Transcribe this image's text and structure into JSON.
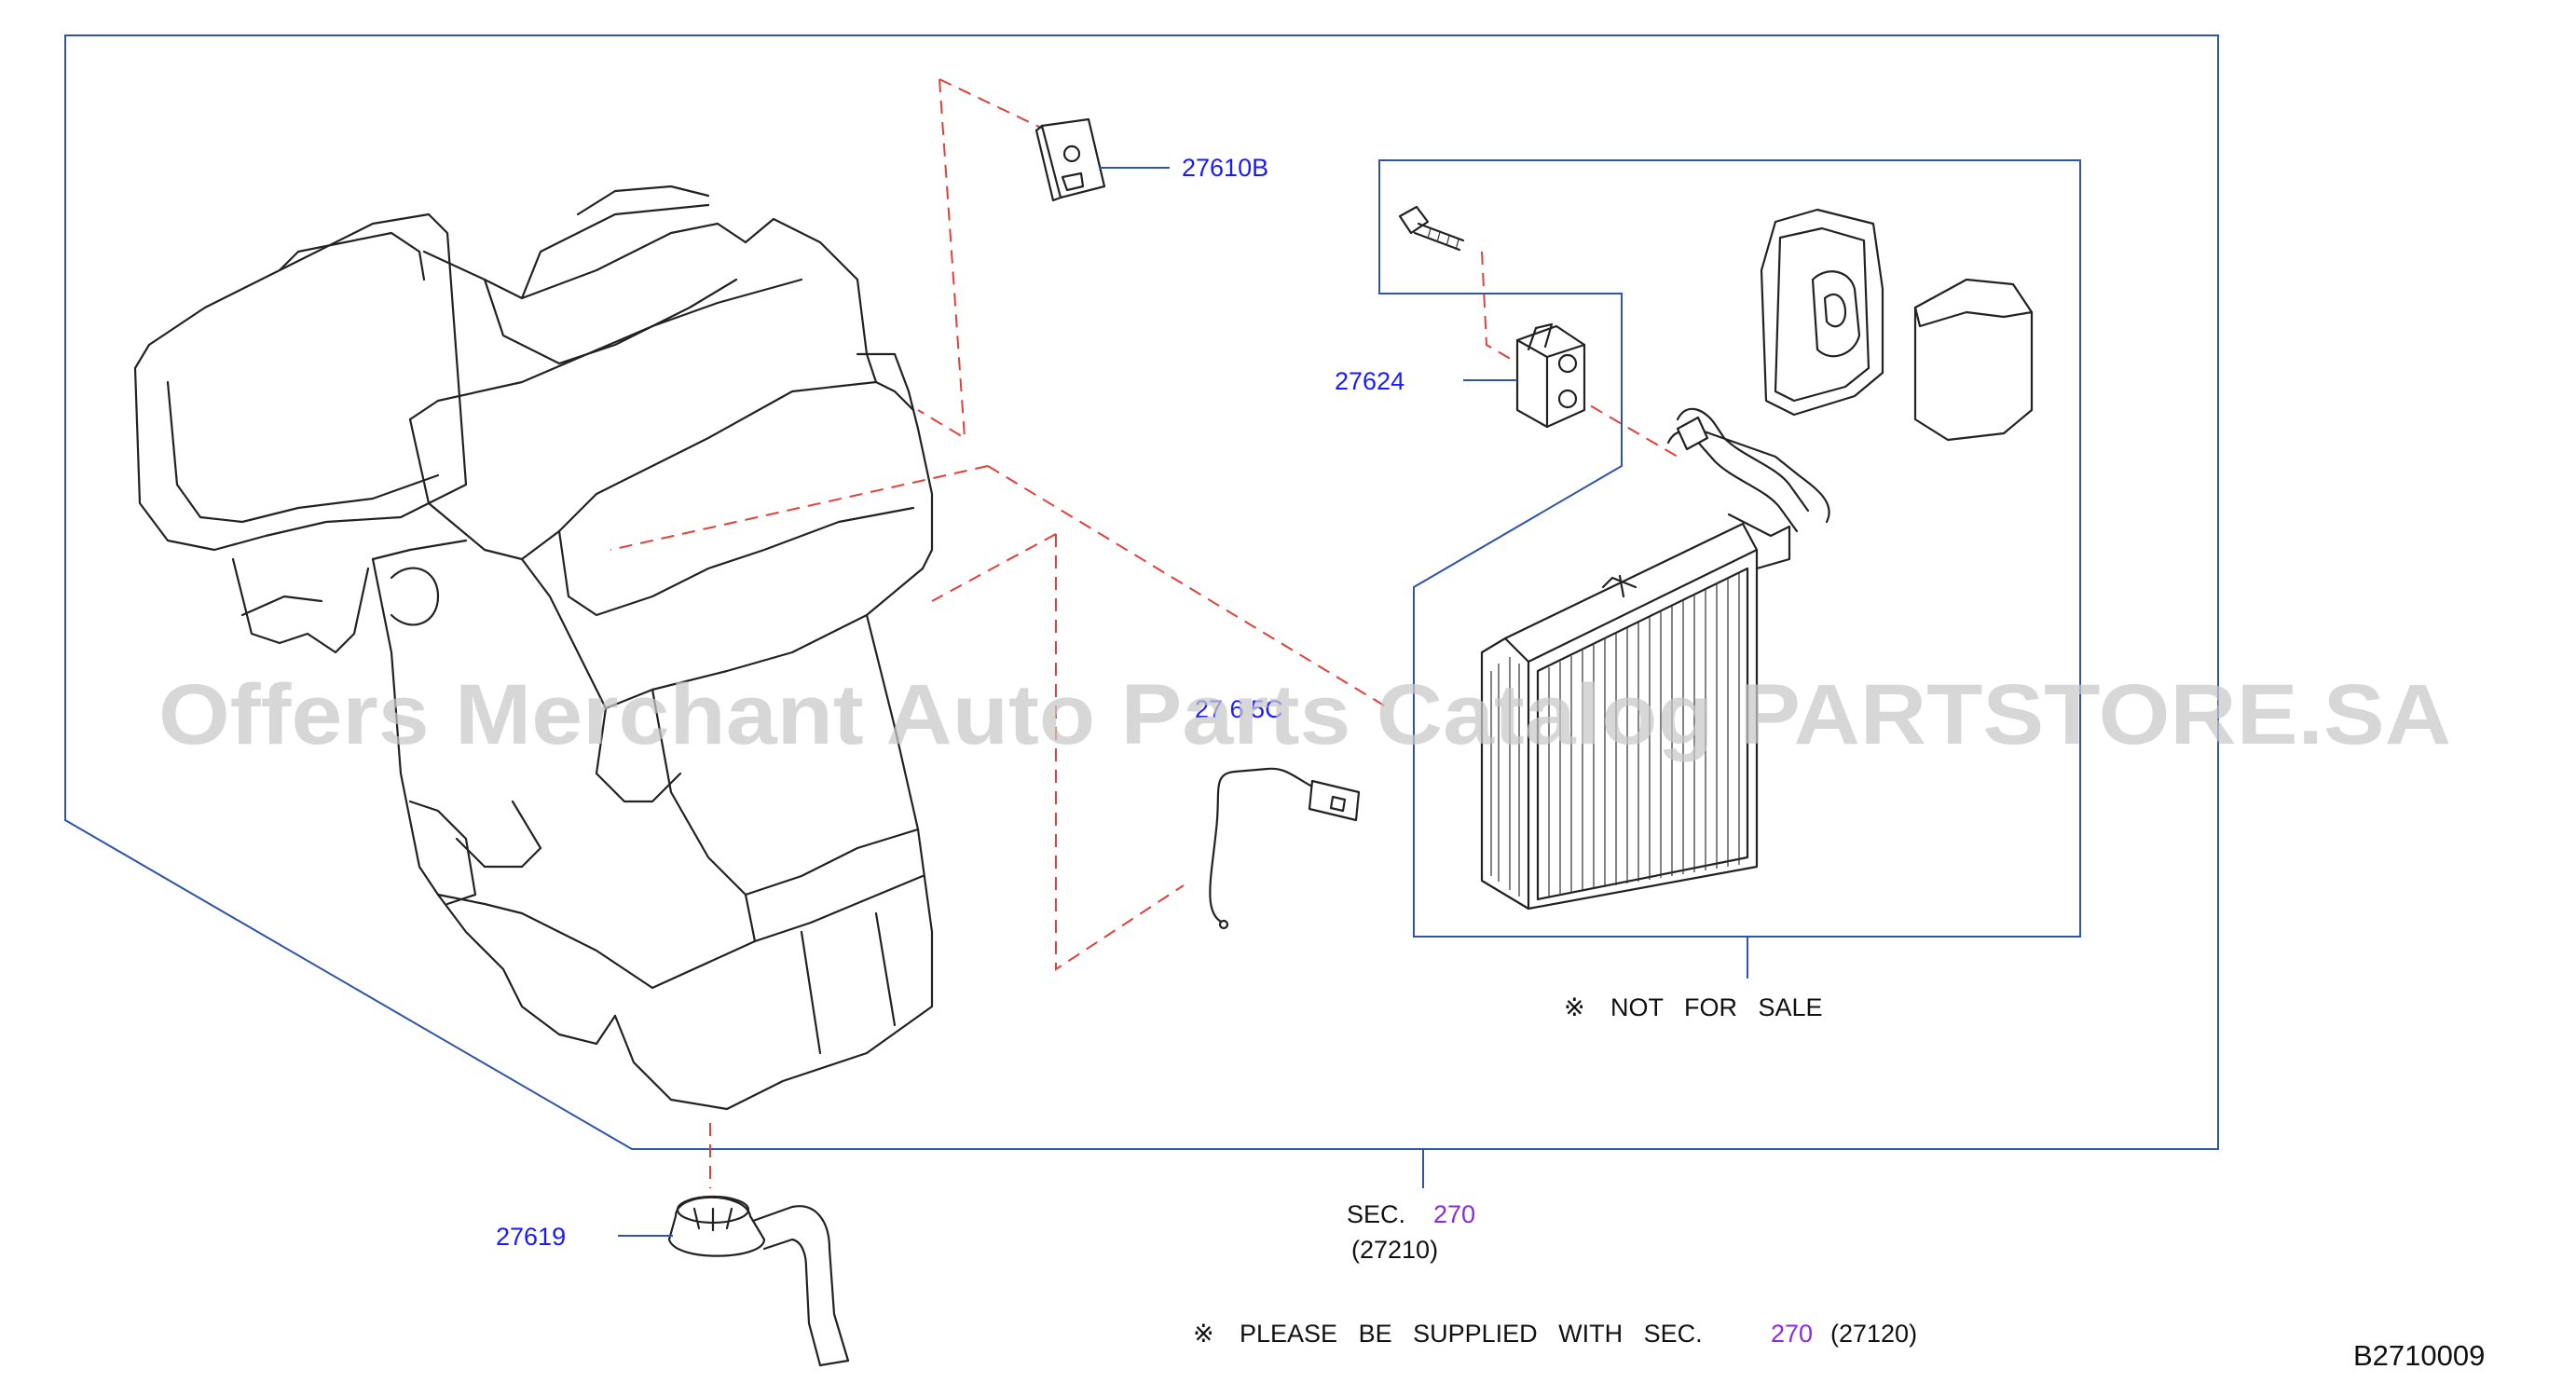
{
  "diagram_id": "B2710009",
  "watermark": "Offers Merchant Auto Parts Catalog PARTSTORE.SA",
  "callouts": {
    "bracket": "27610B",
    "expansion_valve": "27624",
    "sensor": "27 6 5C",
    "drain_hose": "27619"
  },
  "not_for_sale": {
    "mark": "※",
    "text": "NOT   FOR   SALE"
  },
  "section_ref": {
    "prefix": "SEC.",
    "number": "270",
    "part": "(27210)"
  },
  "supply_note": {
    "mark": "※",
    "text": "PLEASE   BE   SUPPLIED   WITH   SEC.",
    "number": "270",
    "part": "(27120)"
  },
  "colors": {
    "frame": "#2f55a4",
    "dash": "#e0403a",
    "callout": "#1a1aff",
    "section_link": "#8a2be2"
  }
}
